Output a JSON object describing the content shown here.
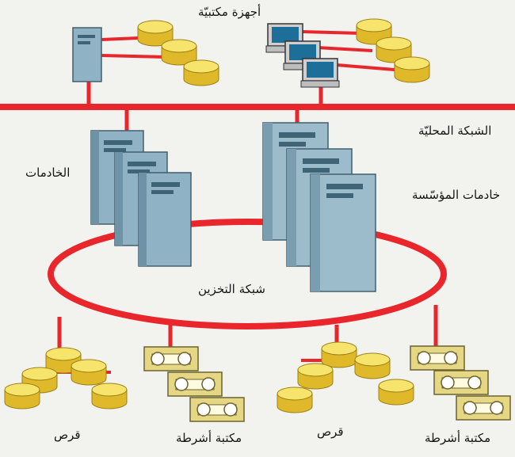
{
  "labels": {
    "desktop_devices": "أجهزة مكتبيّة",
    "local_network": "الشبكة المحليّة",
    "servers": "الخادمات",
    "enterprise_servers": "خادمات المؤسّسة",
    "storage_network": "شبكة التخزين",
    "disk_left": "قرص",
    "tape_library_left": "مكتبة أشرطة",
    "disk_right": "قرص",
    "tape_library_right": "مكتبة أشرطة"
  },
  "colors": {
    "network_line": "#e8262b",
    "disk_yellow": "#f1d33a",
    "server_body": "#8fb2c4",
    "tape_yellow": "#e6d784"
  }
}
